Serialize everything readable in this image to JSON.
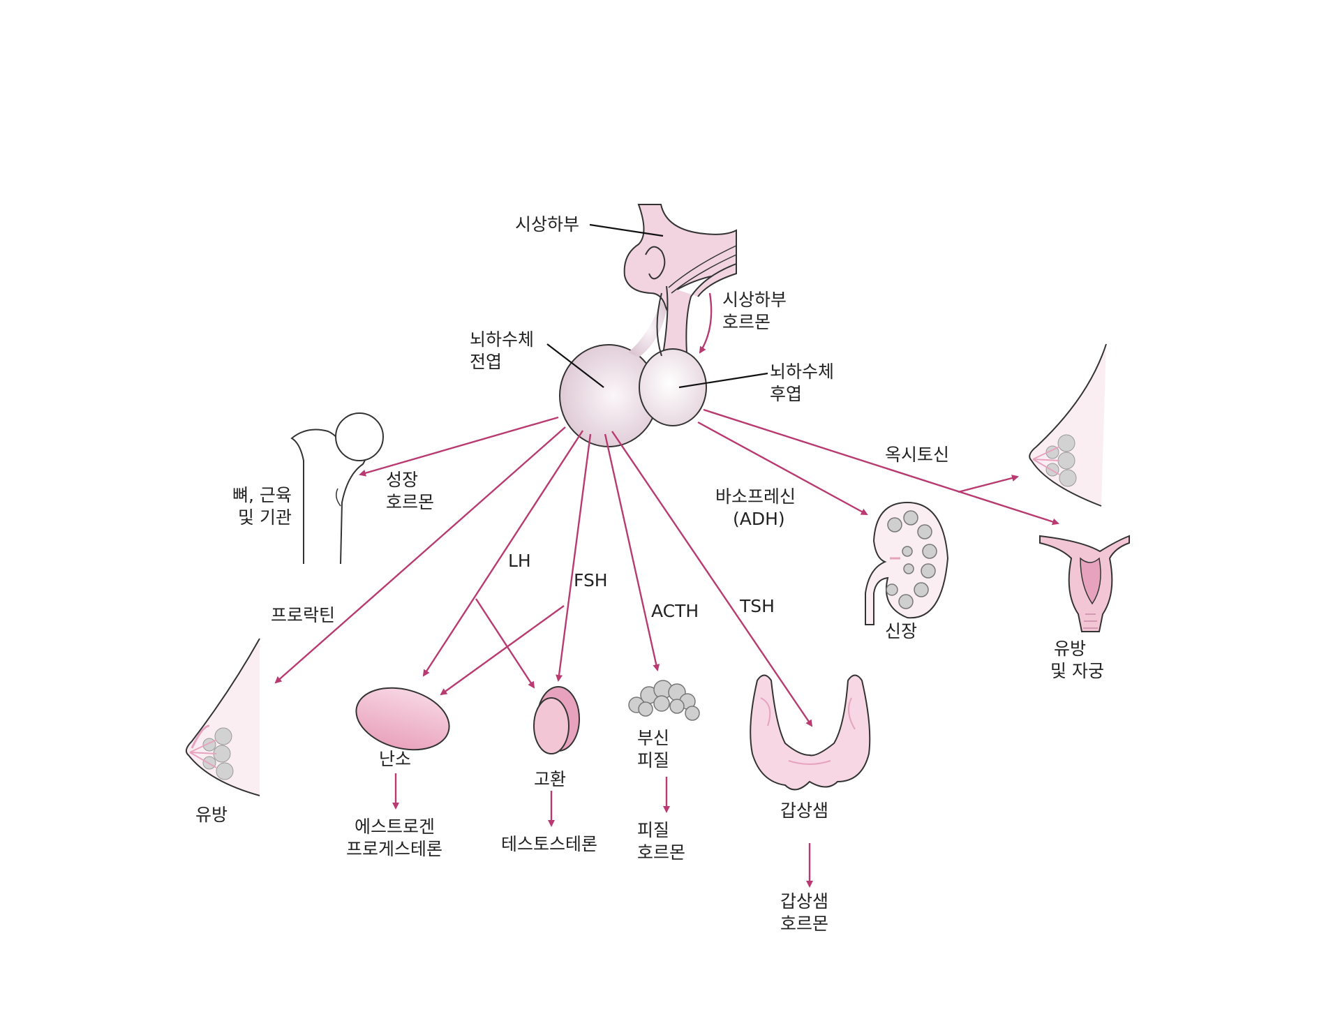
{
  "labels": {
    "hypothalamus": "시상하부",
    "hypothalamic_hormone_1": "시상하부",
    "hypothalamic_hormone_2": "호르몬",
    "anterior_1": "뇌하수체",
    "anterior_2": "전엽",
    "posterior_1": "뇌하수체",
    "posterior_2": "후엽",
    "growth_1": "성장",
    "growth_2": "호르몬",
    "bone_1": "뼈, 근육",
    "bone_2": "및 기관",
    "prolactin": "프로락틴",
    "breast_left": "유방",
    "lh": "LH",
    "fsh": "FSH",
    "acth": "ACTH",
    "tsh": "TSH",
    "ovary": "난소",
    "ovary_hormones_1": "에스트로겐",
    "ovary_hormones_2": "프로게스테론",
    "testis": "고환",
    "testosterone": "테스토스테론",
    "adrenal_1": "부신",
    "adrenal_2": "피질",
    "cortical_1": "피질",
    "cortical_2": "호르몬",
    "thyroid": "갑상샘",
    "thyroid_hormone_1": "갑상샘",
    "thyroid_hormone_2": "호르몬",
    "vasopressin_1": "바소프레신",
    "vasopressin_2": "(ADH)",
    "kidney": "신장",
    "oxytocin": "옥시토신",
    "breast_uterus_1": "유방",
    "breast_uterus_2": "및 자궁"
  },
  "colors": {
    "arrow": "#b83a70",
    "gland_fill": "#ecdde5",
    "organ_pink": "#f3c6d6",
    "organ_pink_dark": "#e7a3bd",
    "duct_grey": "#cfcfcf"
  }
}
